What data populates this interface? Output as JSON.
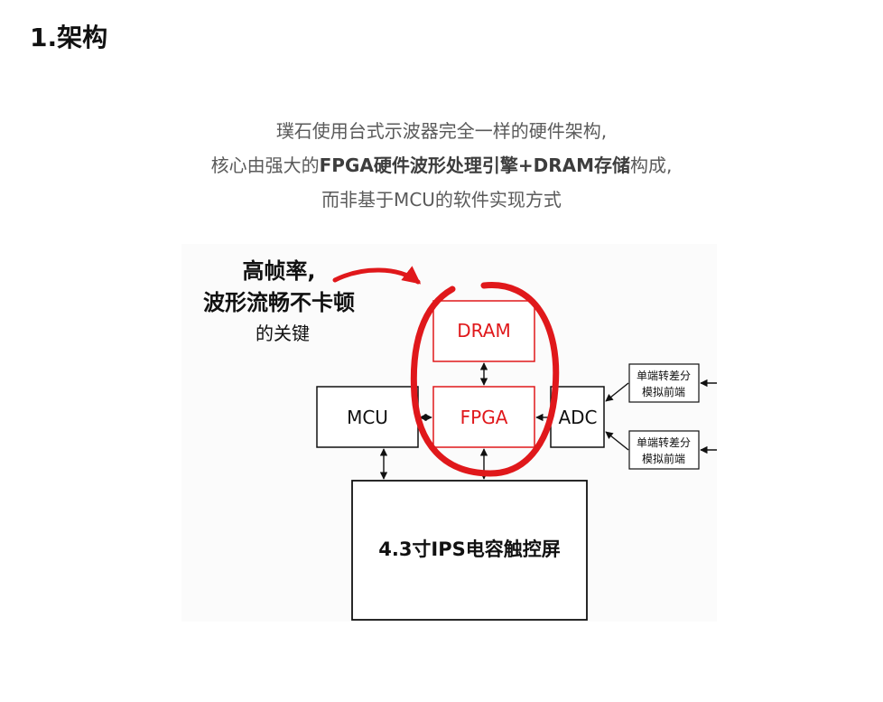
{
  "heading": "1.架构",
  "intro": {
    "line1": "璞石使用台式示波器完全一样的硬件架构,",
    "line2_prefix": "核心由强大的",
    "line2_bold": "FPGA硬件波形处理引擎+DRAM存储",
    "line2_suffix": "构成,",
    "line3": "而非基于MCU的软件实现方式"
  },
  "diagram": {
    "callout_line1": "高帧率,",
    "callout_line2": "波形流畅不卡顿",
    "callout_line3": "的关键",
    "dram_label": "DRAM",
    "fpga_label": "FPGA",
    "mcu_label": "MCU",
    "adc_label": "ADC",
    "frontend_top_line1": "单端转差分",
    "frontend_top_line2": "模拟前端",
    "frontend_bottom_line1": "单端转差分",
    "frontend_bottom_line2": "模拟前端",
    "screen_label": "4.3寸IPS电容触控屏",
    "highlight_color": "#e0181b",
    "block_color": "#111111"
  }
}
